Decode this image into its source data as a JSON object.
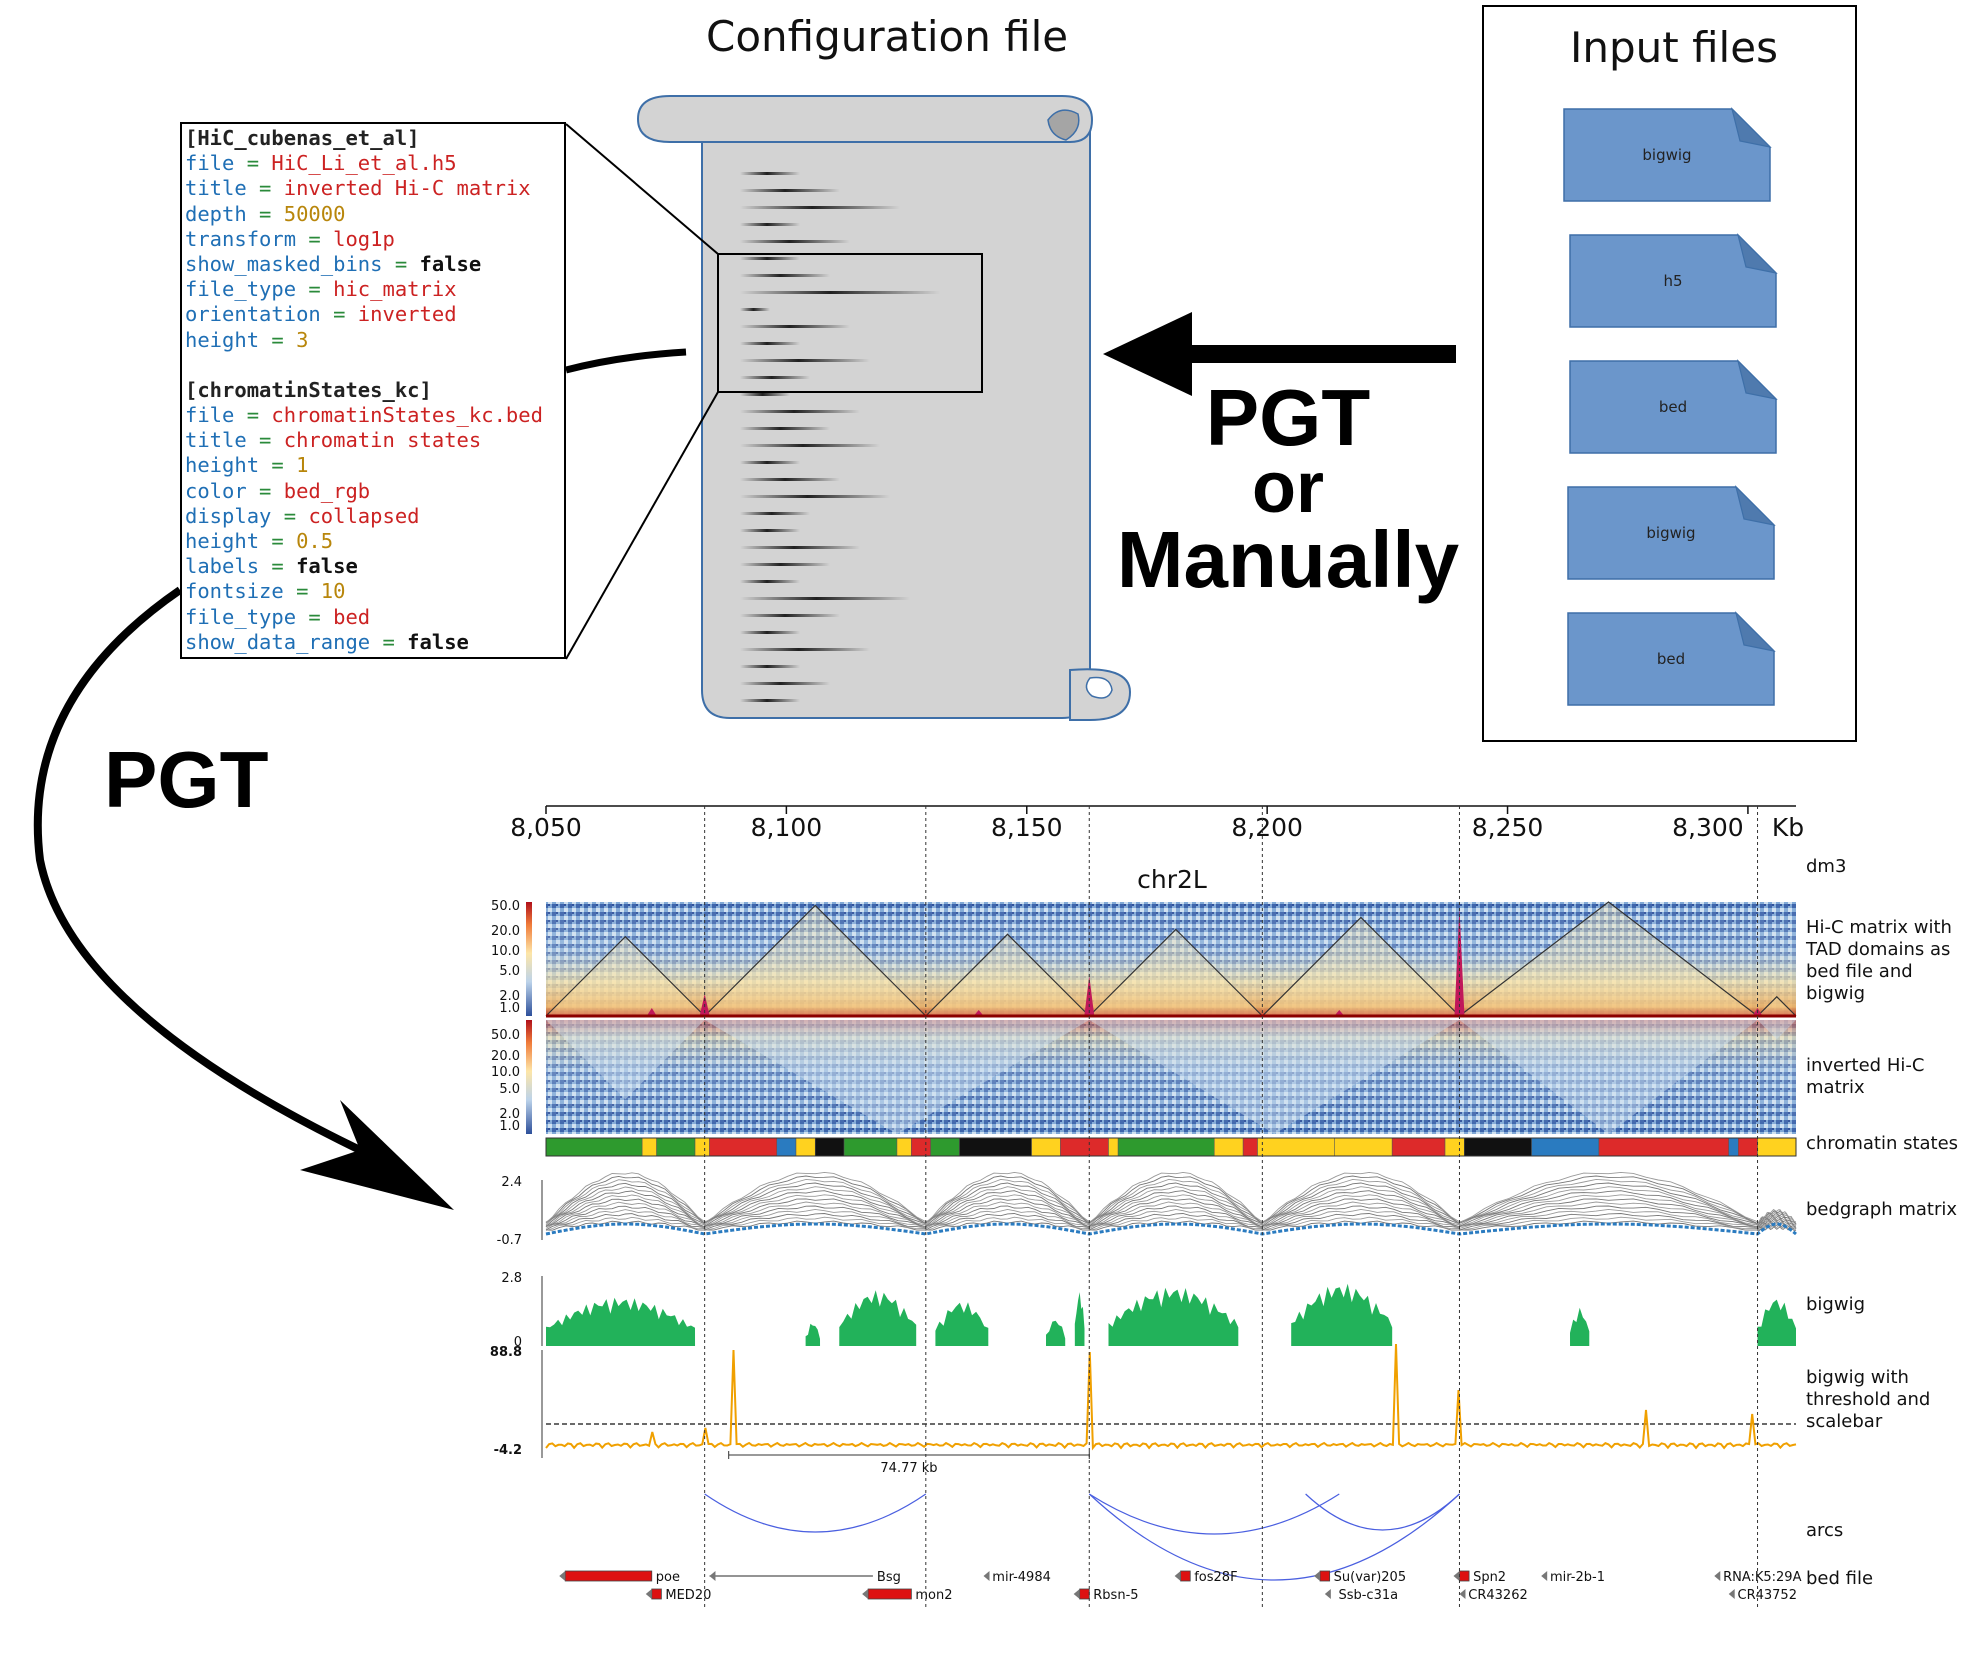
{
  "config_title": "Configuration file",
  "input_title": "Input files",
  "input_files": [
    "bigwig",
    "h5",
    "bed",
    "bigwig",
    "bed"
  ],
  "arrow_text": {
    "line1": "PGT",
    "line2": "or",
    "line3": "Manually"
  },
  "pgt_label": "PGT",
  "config_sections": [
    {
      "header": "[HiC_cubenas_et_al]",
      "entries": [
        {
          "key": "file",
          "value": "HiC_Li_et_al.h5",
          "kind": "str"
        },
        {
          "key": "title",
          "value": "inverted Hi-C matrix",
          "kind": "str"
        },
        {
          "key": "depth",
          "value": "50000",
          "kind": "num"
        },
        {
          "key": "transform",
          "value": "log1p",
          "kind": "str"
        },
        {
          "key": "show_masked_bins",
          "value": "false",
          "kind": "bool"
        },
        {
          "key": "file_type",
          "value": "hic_matrix",
          "kind": "str"
        },
        {
          "key": "orientation",
          "value": "inverted",
          "kind": "str"
        },
        {
          "key": "height",
          "value": "3",
          "kind": "num"
        }
      ]
    },
    {
      "header": "[chromatinStates_kc]",
      "entries": [
        {
          "key": "file",
          "value": "chromatinStates_kc.bed",
          "kind": "str"
        },
        {
          "key": "title",
          "value": "chromatin states",
          "kind": "str"
        },
        {
          "key": "height",
          "value": "1",
          "kind": "num"
        },
        {
          "key": "color",
          "value": "bed_rgb",
          "kind": "str"
        },
        {
          "key": "display",
          "value": "collapsed",
          "kind": "str"
        },
        {
          "key": "height",
          "value": "0.5",
          "kind": "num"
        },
        {
          "key": "labels",
          "value": "false",
          "kind": "bool"
        },
        {
          "key": "fontsize",
          "value": "10",
          "kind": "num"
        },
        {
          "key": "file_type",
          "value": "bed",
          "kind": "str"
        },
        {
          "key": "show_data_range",
          "value": "false",
          "kind": "bool"
        }
      ]
    }
  ],
  "axis": {
    "ticks": [
      "8,050",
      "8,100",
      "8,150",
      "8,200",
      "8,250",
      "8,300"
    ],
    "unit": "Kb",
    "genome": "dm3",
    "chrom": "chr2L"
  },
  "tracks": {
    "hic_top": {
      "label": "Hi-C matrix with TAD domains as bed file and bigwig",
      "lines": [
        "Hi-C matrix with",
        "TAD domains as",
        "bed file and",
        "bigwig"
      ],
      "scale": [
        "50.0",
        "20.0",
        "10.0",
        "5.0",
        "2.0",
        "1.0"
      ]
    },
    "hic_inv": {
      "lines": [
        "inverted Hi-C",
        "matrix"
      ],
      "scale": [
        "50.0",
        "20.0",
        "10.0",
        "5.0",
        "2.0",
        "1.0"
      ]
    },
    "chromatin": {
      "label": "chromatin states"
    },
    "bedgraph": {
      "label": "bedgraph matrix",
      "max": "2.4",
      "min": "-0.7"
    },
    "bigwig": {
      "label": "bigwig",
      "max": "2.8",
      "min": "0"
    },
    "threshold": {
      "lines": [
        "bigwig with",
        "threshold and",
        "scalebar"
      ],
      "max": "88.8",
      "min": "-4.2",
      "scalebar": "74.77 kb"
    },
    "arcs": {
      "label": "arcs"
    },
    "bed": {
      "label": "bed file"
    }
  },
  "genes": {
    "row1": [
      "poe",
      "Bsg",
      "mir-4984",
      "fos28F",
      "Su(var)205",
      "Spn2",
      "mir-2b-1",
      "RNA:K5:29A"
    ],
    "row2": [
      "MED20",
      "mon2",
      "Rbsn-5",
      "Ssb-c31a",
      "CR43262",
      "CR43752"
    ]
  },
  "colors": {
    "file_blue": "#6b96cb",
    "chromatin_green": "#2e9a2e",
    "chromatin_yellow": "#ffd21f",
    "chromatin_red": "#dd2a2a",
    "chromatin_black": "#111111",
    "chromatin_blue": "#2a7bc0",
    "bigwig_green": "#22b25a",
    "threshold_orange": "#f0a000",
    "arc_blue": "#4a5fe0"
  }
}
